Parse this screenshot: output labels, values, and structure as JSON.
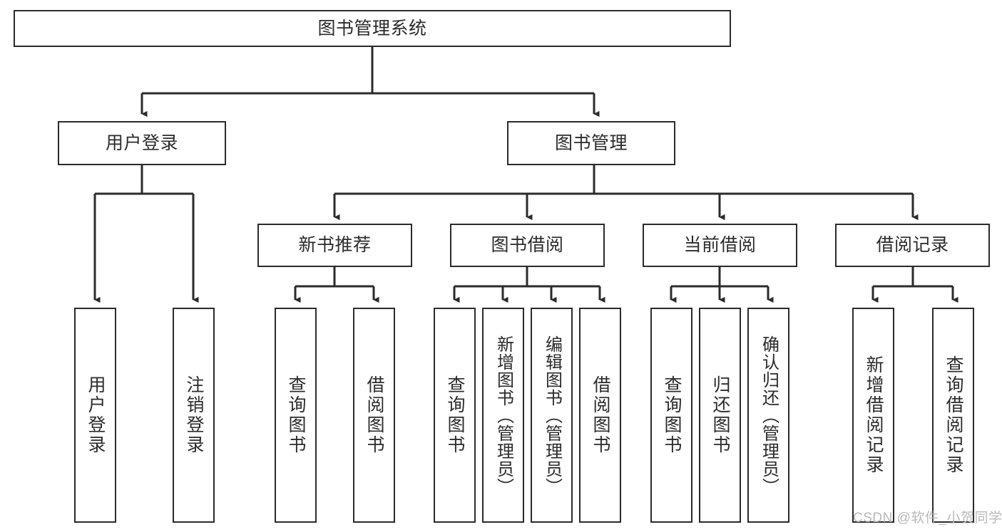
{
  "diagram": {
    "title": "图书管理系统",
    "type": "hierarchy-tree",
    "colors": {
      "stroke": "#2b2b2b",
      "fill": "#ffffff",
      "background": "#ffffff",
      "watermark": "#b9b9b9"
    },
    "levels": {
      "level1": [
        "图书管理系统"
      ],
      "level2": [
        "用户登录",
        "图书管理"
      ],
      "level3": [
        "新书推荐",
        "图书借阅",
        "当前借阅",
        "借阅记录"
      ],
      "level4": [
        "用户登录",
        "注销登录",
        "查询图书",
        "借阅图书",
        "查询图书",
        "新增图书（管理员）",
        "编辑图书（管理员）",
        "借阅图书",
        "查询图书",
        "归还图书",
        "确认归还（管理员）",
        "新增借阅记录",
        "查询借阅记录"
      ]
    },
    "nodes": {
      "root": {
        "label": "图书管理系统"
      },
      "user_login": {
        "label": "用户登录"
      },
      "book_manage": {
        "label": "图书管理"
      },
      "new_book_rec": {
        "label": "新书推荐"
      },
      "book_borrow": {
        "label": "图书借阅"
      },
      "current_borrow": {
        "label": "当前借阅"
      },
      "borrow_record": {
        "label": "借阅记录"
      },
      "leaf_user_login": {
        "label": "用户登录"
      },
      "leaf_logout": {
        "label": "注销登录"
      },
      "leaf_query_book_1": {
        "label": "查询图书"
      },
      "leaf_borrow_book_1": {
        "label": "借阅图书"
      },
      "leaf_query_book_2": {
        "label": "查询图书"
      },
      "leaf_add_book_admin": {
        "label": "新增图书（管理员）"
      },
      "leaf_edit_book_admin": {
        "label": "编辑图书（管理员）"
      },
      "leaf_borrow_book_2": {
        "label": "借阅图书"
      },
      "leaf_query_book_3": {
        "label": "查询图书"
      },
      "leaf_return_book": {
        "label": "归还图书"
      },
      "leaf_confirm_return_admin": {
        "label": "确认归还（管理员）"
      },
      "leaf_add_borrow_record": {
        "label": "新增借阅记录"
      },
      "leaf_query_borrow_record": {
        "label": "查询借阅记录"
      }
    },
    "edges": [
      {
        "from": "root",
        "to": "user_login"
      },
      {
        "from": "root",
        "to": "book_manage"
      },
      {
        "from": "user_login",
        "to": "leaf_user_login"
      },
      {
        "from": "user_login",
        "to": "leaf_logout"
      },
      {
        "from": "book_manage",
        "to": "new_book_rec"
      },
      {
        "from": "book_manage",
        "to": "book_borrow"
      },
      {
        "from": "book_manage",
        "to": "current_borrow"
      },
      {
        "from": "book_manage",
        "to": "borrow_record"
      },
      {
        "from": "new_book_rec",
        "to": "leaf_query_book_1"
      },
      {
        "from": "new_book_rec",
        "to": "leaf_borrow_book_1"
      },
      {
        "from": "book_borrow",
        "to": "leaf_query_book_2"
      },
      {
        "from": "book_borrow",
        "to": "leaf_add_book_admin"
      },
      {
        "from": "book_borrow",
        "to": "leaf_edit_book_admin"
      },
      {
        "from": "book_borrow",
        "to": "leaf_borrow_book_2"
      },
      {
        "from": "current_borrow",
        "to": "leaf_query_book_3"
      },
      {
        "from": "current_borrow",
        "to": "leaf_return_book"
      },
      {
        "from": "current_borrow",
        "to": "leaf_confirm_return_admin"
      },
      {
        "from": "borrow_record",
        "to": "leaf_add_borrow_record"
      },
      {
        "from": "borrow_record",
        "to": "leaf_query_borrow_record"
      }
    ]
  },
  "watermark": {
    "text": "CSDN @软件_小贺同学"
  }
}
